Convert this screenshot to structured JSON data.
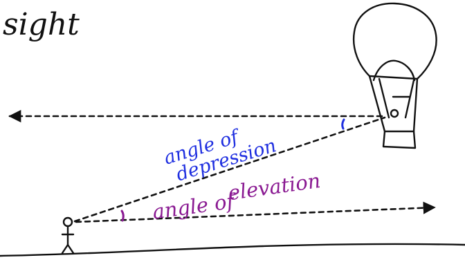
{
  "labels": {
    "top_word": "sight",
    "depression_line1": "angle of",
    "depression_line2": "depression",
    "elevation_line1": "angle of",
    "elevation_line2": "elevation"
  },
  "colors": {
    "ink": "#111111",
    "depression": "#1f2fe0",
    "elevation": "#8a1a92",
    "background": "#ffffff"
  },
  "icons": [
    "person-icon",
    "hot-air-balloon-icon",
    "arrowhead-icon"
  ]
}
